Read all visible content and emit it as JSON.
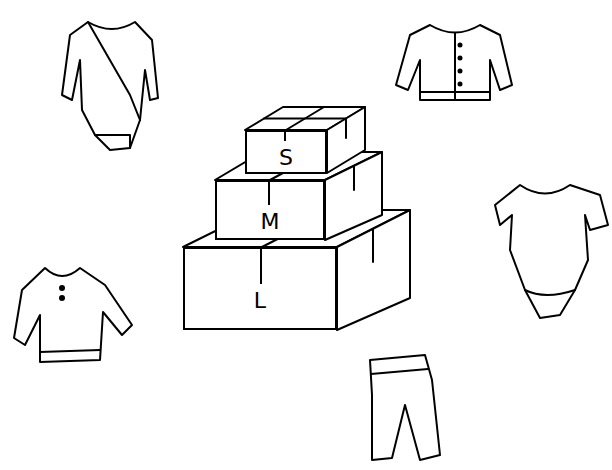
{
  "diagram": {
    "nodes": [
      {
        "text": [
          "S"
        ]
      },
      {
        "text": [
          "M"
        ]
      },
      {
        "text": [
          "L"
        ]
      }
    ]
  }
}
